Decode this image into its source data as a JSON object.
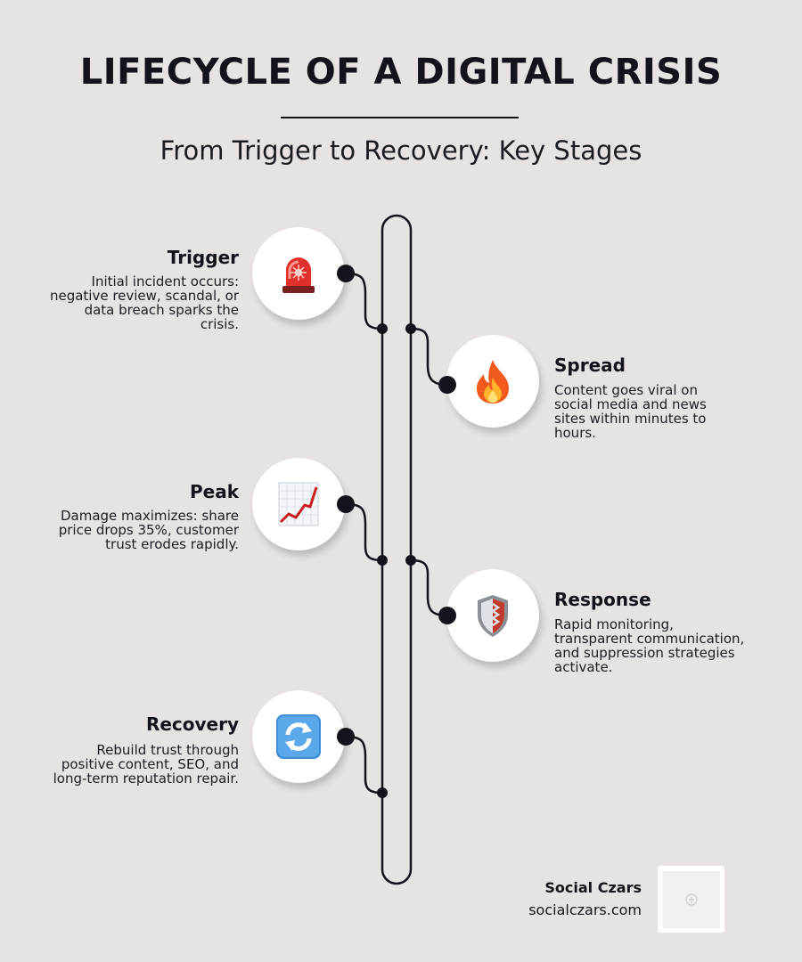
{
  "title": "LIFECYCLE OF A DIGITAL CRISIS",
  "subtitle": "From Trigger to Recovery: Key Stages",
  "stages": [
    {
      "name": "Trigger",
      "desc": "Initial incident occurs: negative review, scandal, or data breach sparks the crisis.",
      "icon": "siren-icon"
    },
    {
      "name": "Spread",
      "desc": "Content goes viral on social media and news sites within minutes to hours.",
      "icon": "fire-icon"
    },
    {
      "name": "Peak",
      "desc": "Damage maximizes: share price drops 35%, customer trust erodes rapidly.",
      "icon": "chart-increasing-icon"
    },
    {
      "name": "Response",
      "desc": "Rapid monitoring, transparent communication, and suppression strategies activate.",
      "icon": "shield-icon"
    },
    {
      "name": "Recovery",
      "desc": "Rebuild trust through positive content, SEO, and long-term reputation repair.",
      "icon": "refresh-icon"
    }
  ],
  "brand": {
    "name": "Social Czars",
    "url": "socialczars.com"
  },
  "colors": {
    "background": "#e6e3e2",
    "ink": "#14131c"
  }
}
